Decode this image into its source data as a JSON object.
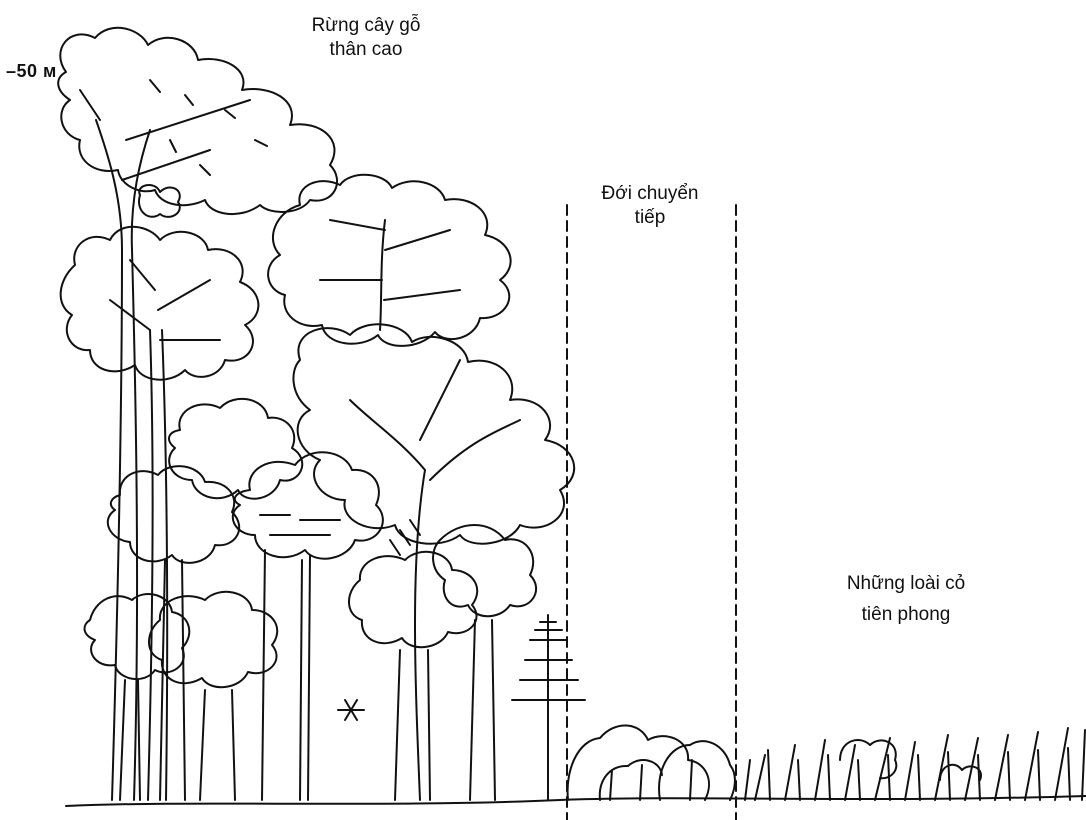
{
  "labels": {
    "forest": [
      "Rừng cây gỗ",
      "thân cao"
    ],
    "transition": [
      "Đới chuyển",
      "tiếp"
    ],
    "pioneer": [
      "Những loài cỏ",
      "tiên phong"
    ],
    "scale": "–50 м"
  },
  "colors": {
    "ink": "#111111",
    "background": "#ffffff"
  }
}
